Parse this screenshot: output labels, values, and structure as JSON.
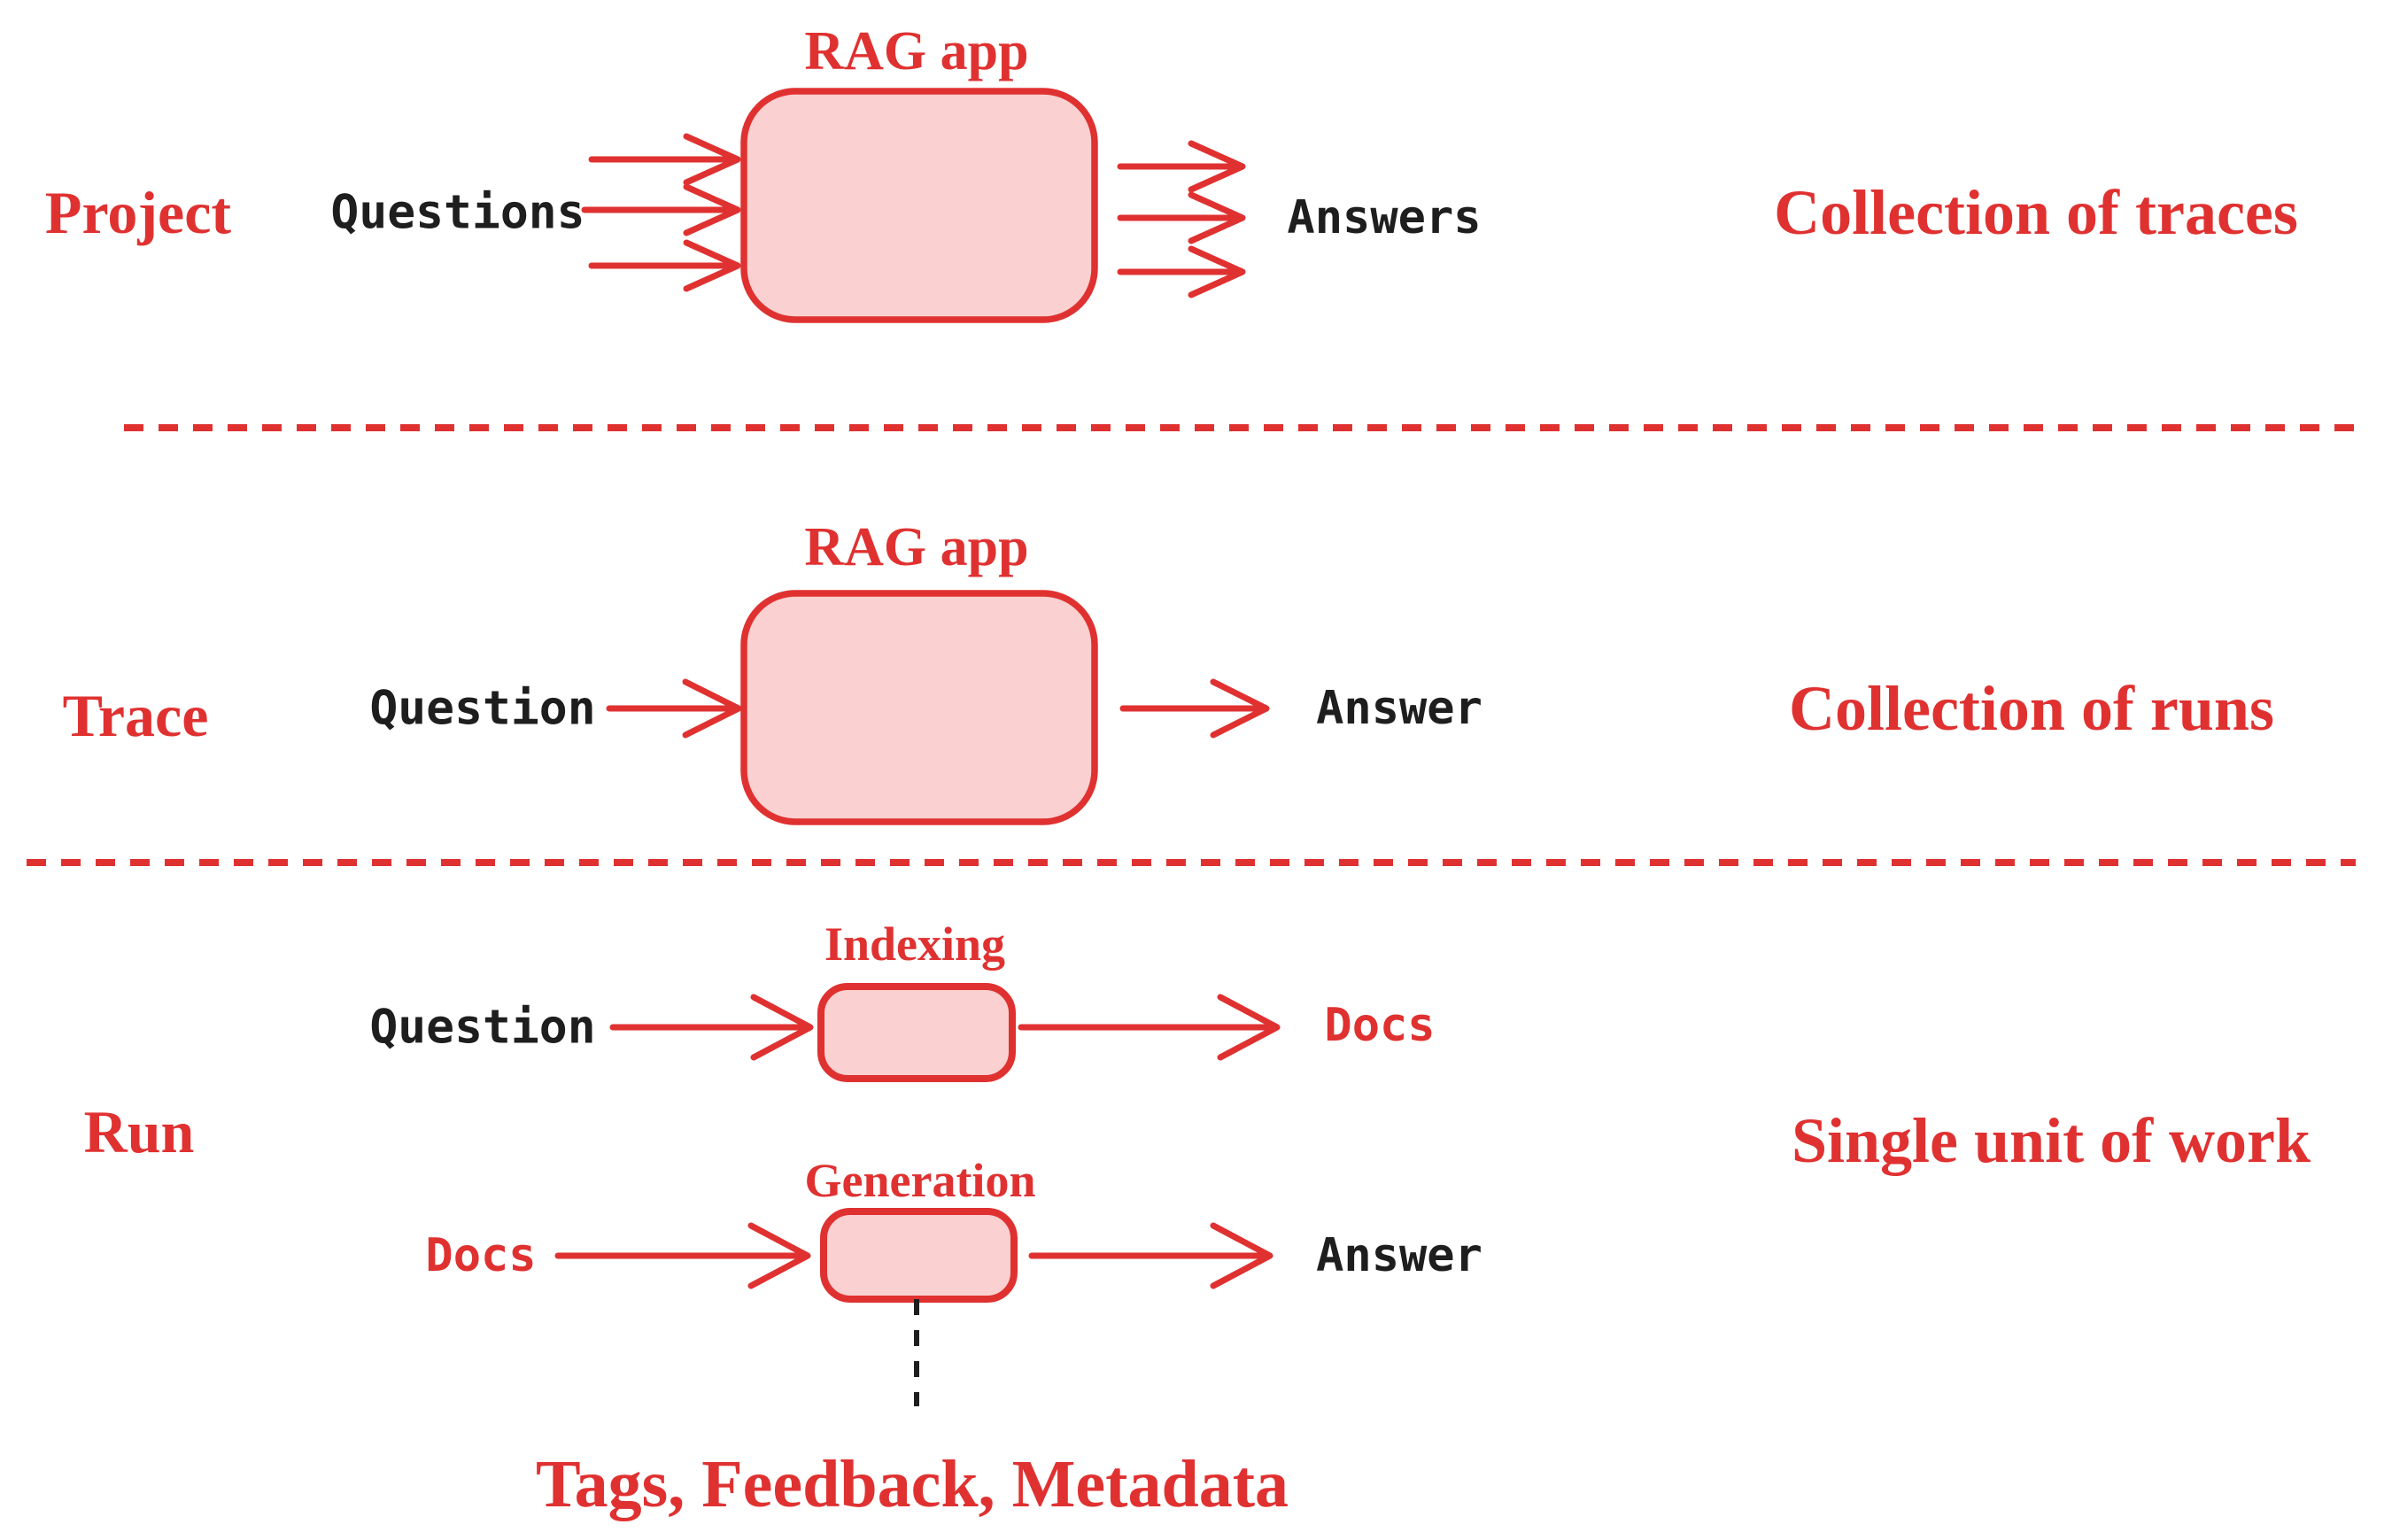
{
  "colors": {
    "red": "#e03131",
    "pink_fill": "#fad0d0",
    "ink": "#1e1e1e",
    "background": "#ffffff"
  },
  "sections": {
    "project": {
      "row_label": "Project",
      "input_label": "Questions",
      "box_label": "RAG app",
      "output_label": "Answers",
      "side_note": "Collection of traces"
    },
    "trace": {
      "row_label": "Trace",
      "input_label": "Question",
      "box_label": "RAG app",
      "output_label": "Answer",
      "side_note": "Collection of runs"
    },
    "run": {
      "row_label": "Run",
      "side_note": "Single unit of work",
      "indexing_flow": {
        "input_label": "Question",
        "box_label": "Indexing",
        "output_label": "Docs"
      },
      "generation_flow": {
        "input_label": "Docs",
        "box_label": "Generation",
        "output_label": "Answer"
      },
      "annotation": "Tags, Feedback, Metadata"
    }
  }
}
